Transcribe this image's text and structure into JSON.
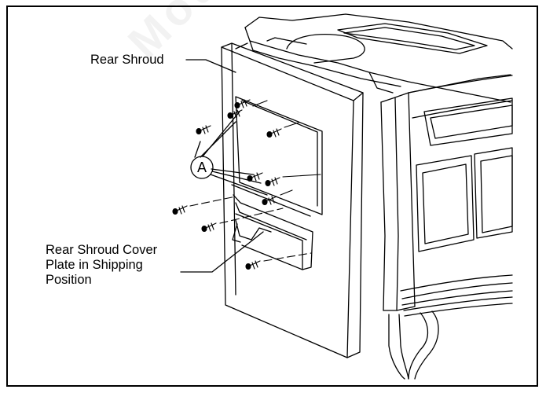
{
  "watermark": "Mou",
  "labels": {
    "rear_shroud": "Rear Shroud",
    "cover_plate_line1": "Rear Shroud Cover",
    "cover_plate_line2": "Plate in Shipping",
    "cover_plate_line3": "Position",
    "callout_a": "A"
  },
  "colors": {
    "line": "#000000",
    "background": "#ffffff",
    "frame": "#000000"
  }
}
